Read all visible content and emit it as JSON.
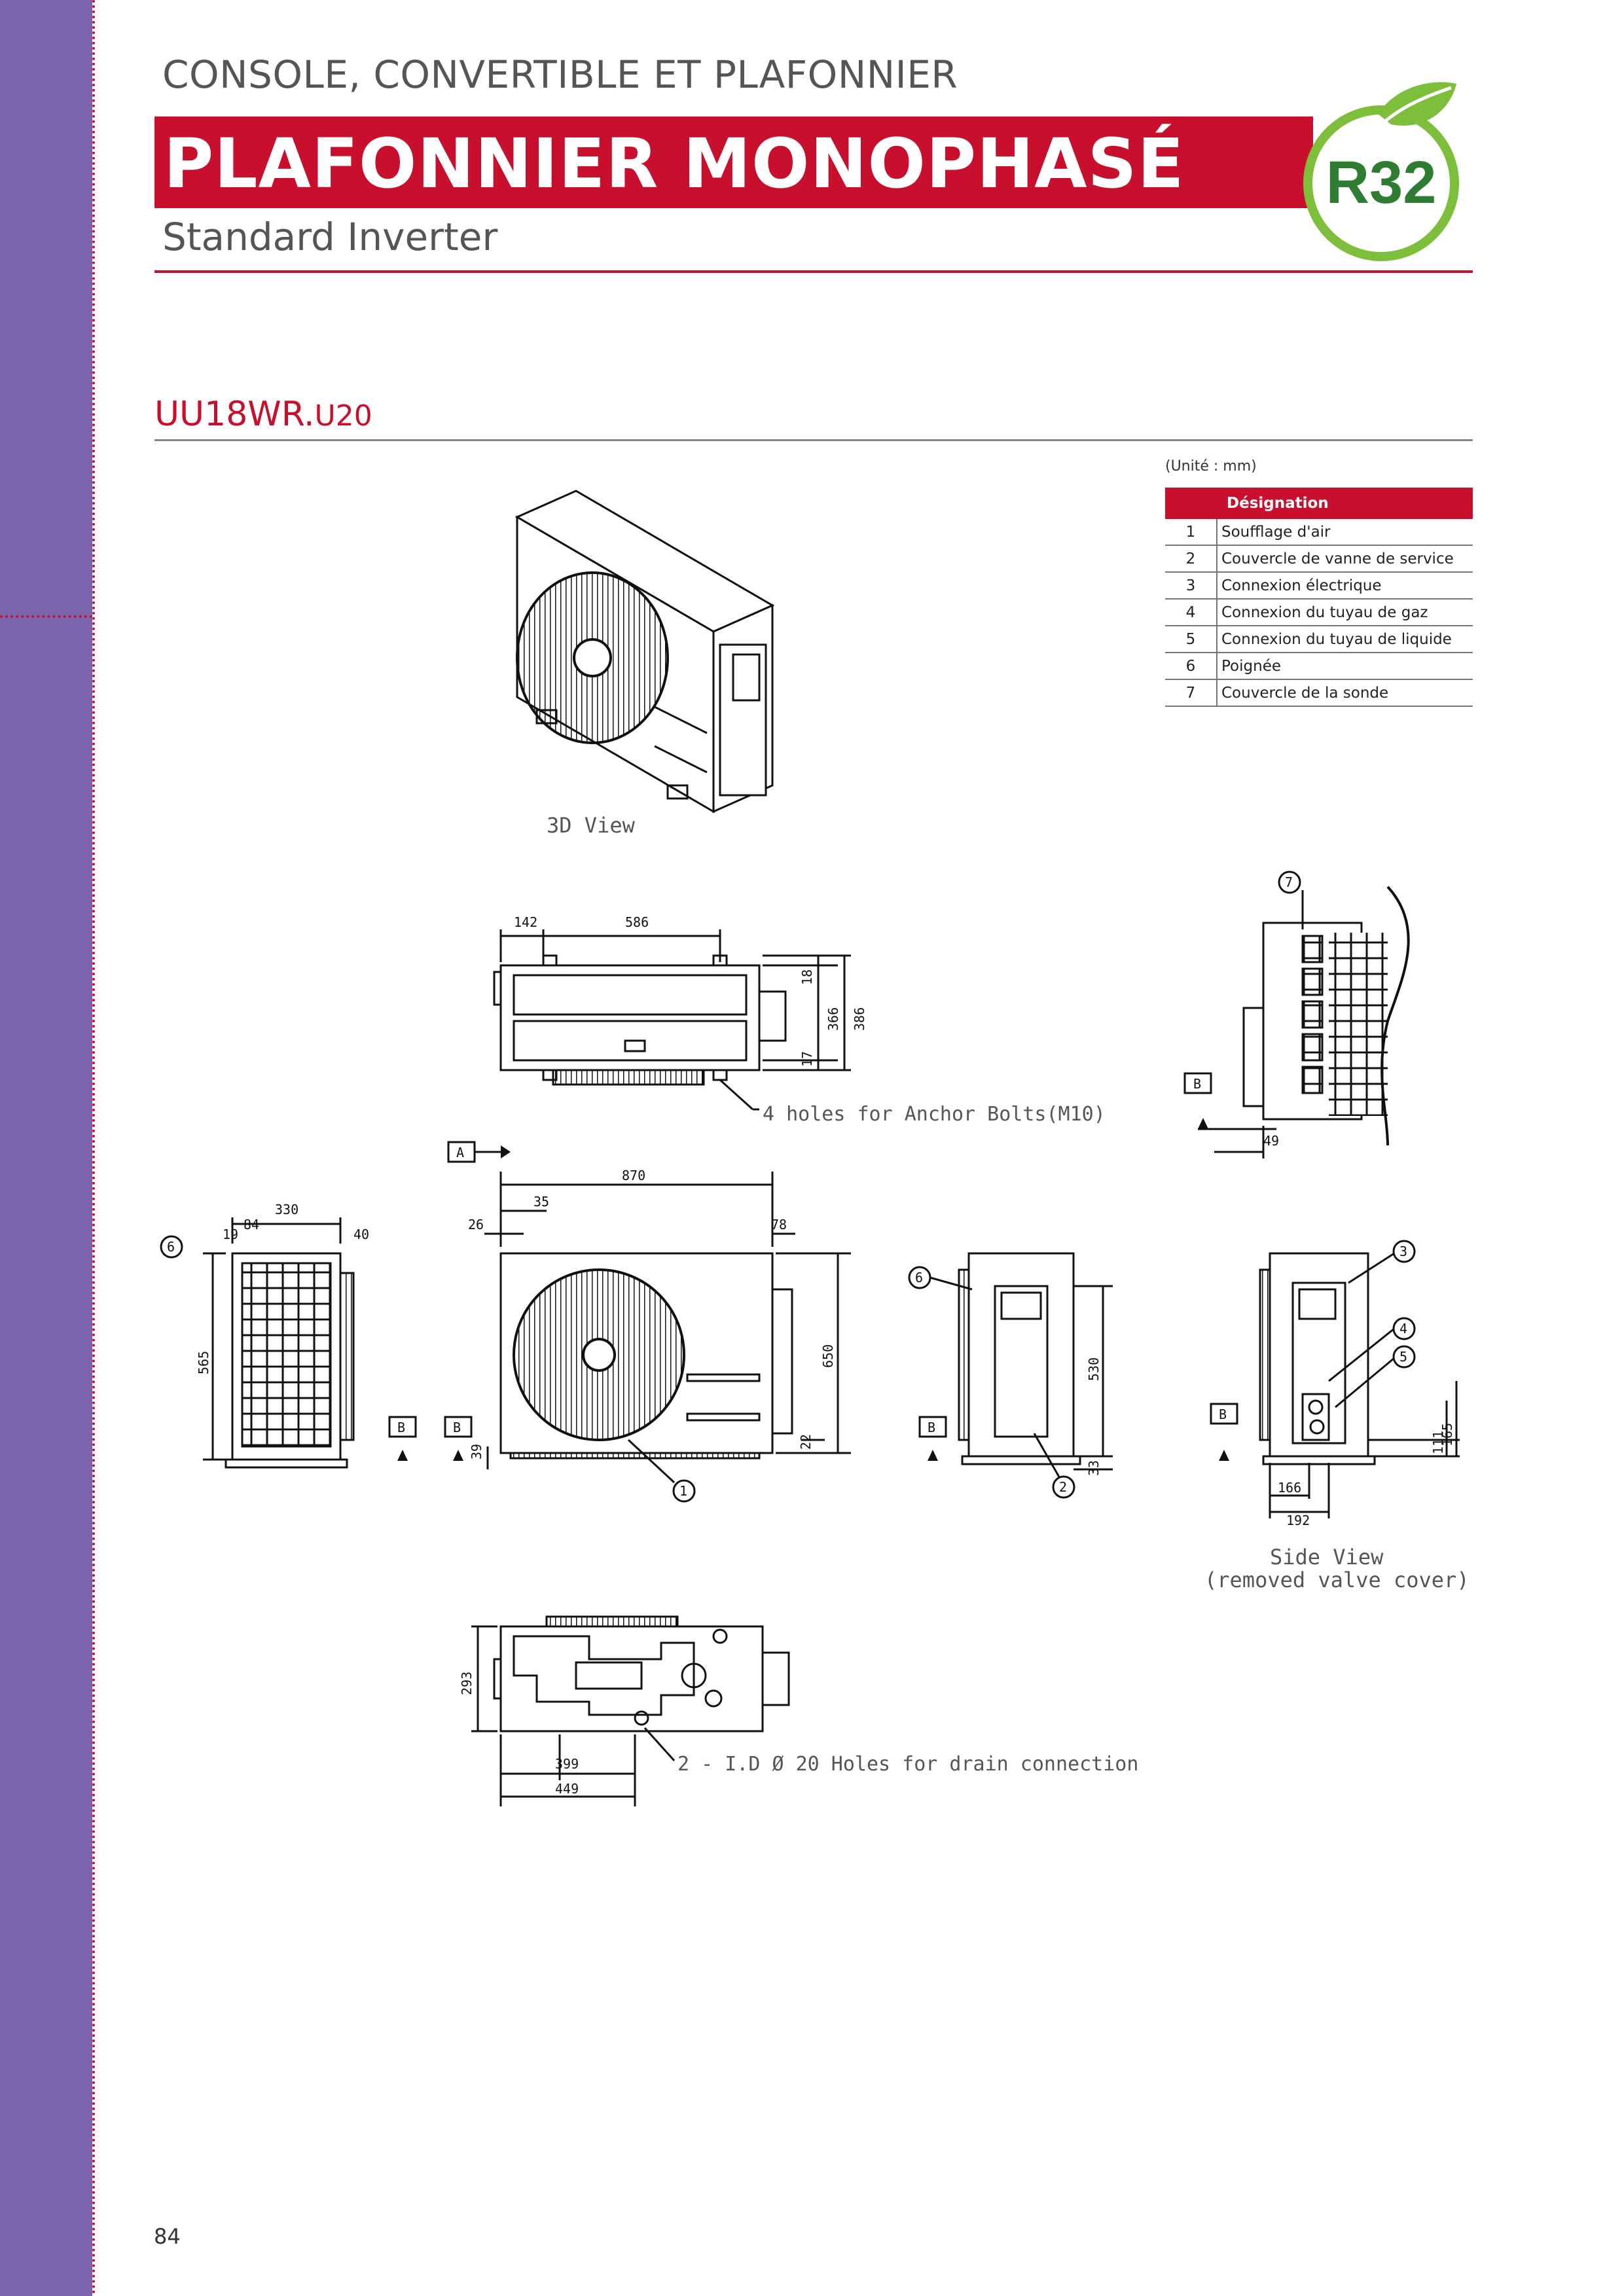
{
  "header": {
    "category": "CONSOLE, CONVERTIBLE ET PLAFONNIER",
    "title": "PLAFONNIER MONOPHASÉ",
    "subtitle": "Standard Inverter",
    "badge": "R32"
  },
  "model": {
    "name": "UU18WR.",
    "suffix": "U20"
  },
  "table": {
    "unit": "(Unité : mm)",
    "header": "Désignation",
    "rows": [
      {
        "num": "1",
        "label": "Soufflage d'air"
      },
      {
        "num": "2",
        "label": "Couvercle de vanne de service"
      },
      {
        "num": "3",
        "label": "Connexion électrique"
      },
      {
        "num": "4",
        "label": "Connexion du tuyau de gaz"
      },
      {
        "num": "5",
        "label": "Connexion du tuyau de liquide"
      },
      {
        "num": "6",
        "label": "Poignée"
      },
      {
        "num": "7",
        "label": "Couvercle de la sonde"
      }
    ]
  },
  "drawing": {
    "view_3d": "3D  View",
    "anchor_note": "4 holes for Anchor Bolts(M10)",
    "side_view_line1": "Side  View",
    "side_view_line2": "(removed  valve  cover)",
    "drain_note": "2 - I.D  Ø 20 Holes for drain connection",
    "ref_a": "A",
    "ref_b": "B",
    "top_dims": {
      "d142": "142",
      "d586": "586",
      "d18": "18",
      "d366": "366",
      "d386": "386",
      "d17": "17"
    },
    "right_dims": {
      "d49": "49"
    },
    "left_dims": {
      "d330": "330",
      "d84": "84",
      "d19": "19",
      "d40": "40",
      "d565": "565"
    },
    "front_dims": {
      "d870": "870",
      "d35": "35",
      "d26": "26",
      "d78": "78",
      "d650": "650",
      "d22": "22",
      "d39": "39"
    },
    "side_dims": {
      "d530": "530",
      "d33": "33"
    },
    "valve_dims": {
      "d111": "111",
      "d165": "165",
      "d166": "166",
      "d192": "192"
    },
    "bottom_dims": {
      "d293": "293",
      "d399": "399",
      "d449": "449"
    },
    "callouts": {
      "c1": "1",
      "c2": "2",
      "c3": "3",
      "c4": "4",
      "c5": "5",
      "c6": "6",
      "c7": "7"
    }
  },
  "colors": {
    "accent": "#C8102E",
    "sidebar": "#7B64AE",
    "leaf_green": "#7DBE3A"
  },
  "page_number": "84"
}
